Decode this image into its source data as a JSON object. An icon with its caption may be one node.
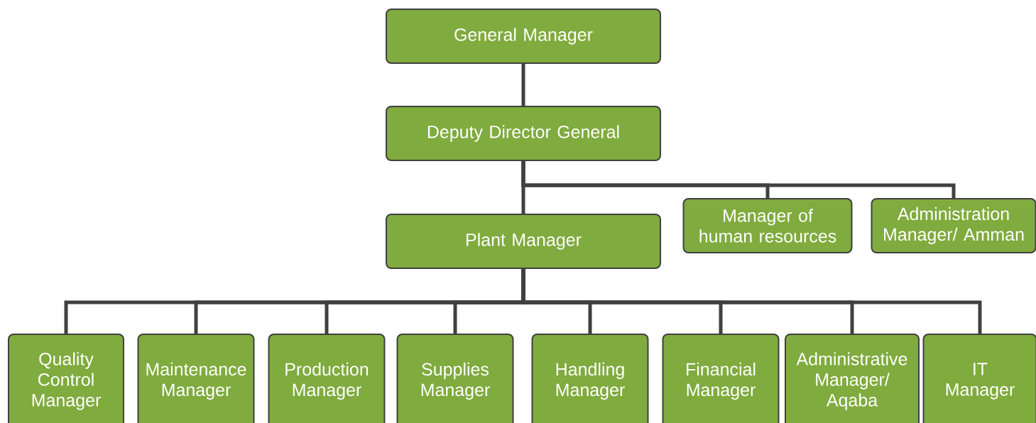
{
  "diagram": {
    "nodes": [
      {
        "text": [
          "General Manager"
        ]
      },
      {
        "text": [
          "Deputy Director General"
        ]
      },
      {
        "text": [
          "Plant Manager"
        ]
      },
      {
        "text": [
          "Manager of human resources"
        ]
      },
      {
        "text": [
          "Administration Manager/ Amman"
        ]
      },
      {
        "text": [
          "Quality Control Manager"
        ]
      },
      {
        "text": [
          "Maintenance Manager"
        ]
      },
      {
        "text": [
          "Production Manager"
        ]
      },
      {
        "text": [
          "Supplies Manager"
        ]
      },
      {
        "text": [
          "Handling Manager"
        ]
      },
      {
        "text": [
          "Financial Manager"
        ]
      },
      {
        "text": [
          "Administrative Manager/ Aqaba"
        ]
      },
      {
        "text": [
          "IT Manager"
        ]
      }
    ],
    "edges": [
      {
        "from": 0,
        "to": 1,
        "arrow": "none"
      },
      {
        "from": 1,
        "to": 2,
        "arrow": "none"
      },
      {
        "from": 1,
        "to": 3,
        "arrow": "none"
      },
      {
        "from": 1,
        "to": 4,
        "arrow": "none"
      },
      {
        "from": 2,
        "to": 5,
        "arrow": "none"
      },
      {
        "from": 2,
        "to": 6,
        "arrow": "none"
      },
      {
        "from": 2,
        "to": 7,
        "arrow": "none"
      },
      {
        "from": 2,
        "to": 8,
        "arrow": "none"
      },
      {
        "from": 2,
        "to": 9,
        "arrow": "none"
      },
      {
        "from": 2,
        "to": 10,
        "arrow": "none"
      },
      {
        "from": 2,
        "to": 11,
        "arrow": "none"
      },
      {
        "from": 2,
        "to": 12,
        "arrow": "none"
      }
    ]
  }
}
